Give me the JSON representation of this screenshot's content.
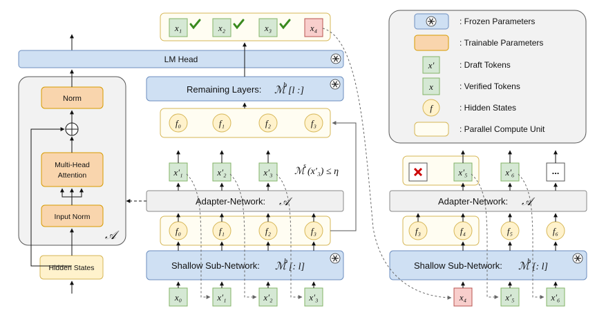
{
  "colors": {
    "frozen_fill": "#cfe0f3",
    "frozen_stroke": "#6c8ebf",
    "trainable_fill": "#f9d5ad",
    "trainable_stroke": "#d79b00",
    "token_fill": "#d5e8d4",
    "token_stroke": "#82b366",
    "hidden_fill": "#fff2cc",
    "hidden_stroke": "#d6b656",
    "reject_fill": "#f8cecc",
    "reject_stroke": "#b85450",
    "adapter_fill": "#f0f0f0",
    "check": "#3a8a1f",
    "cross": "#cc0000"
  },
  "icons": {
    "frozen": "snowflake-icon",
    "accepted": "checkmark-icon",
    "rejected": "cross-icon"
  },
  "block": {
    "norm": "Norm",
    "attention_line1": "Multi-Head",
    "attention_line2": "Attention",
    "input_norm": "Input Norm",
    "hidden_states": "Hidden States",
    "adapter_symbol": "𝒜"
  },
  "middle": {
    "lm_head": "LM Head",
    "remaining_text": "Remaining Layers:",
    "remaining_math": "ℳ",
    "remaining_sup": "b",
    "remaining_idx": "[l :]",
    "adapter_text": "Adapter-Network:",
    "adapter_math": "𝒜",
    "shallow_text": "Shallow Sub-Network:",
    "shallow_math": "ℳ",
    "shallow_sup": "b",
    "shallow_idx": "[: l]",
    "threshold_m": "ℳ",
    "threshold_sup": "s",
    "threshold_rest": "(x′₃) ≤ η",
    "output_tokens": [
      "x₁",
      "x₂",
      "x₃",
      "x₄"
    ],
    "upper_hidden": [
      "f₀",
      "f₁",
      "f₂",
      "f₃"
    ],
    "draft_tokens": [
      "x′₁",
      "x′₂",
      "x′₃"
    ],
    "lower_hidden": [
      "f₀",
      "f₁",
      "f₂",
      "f₃"
    ],
    "input_tokens": [
      "x₀",
      "x′₁",
      "x′₂",
      "x′₃"
    ]
  },
  "right": {
    "adapter_text": "Adapter-Network:",
    "adapter_math": "𝒜",
    "shallow_text": "Shallow Sub-Network:",
    "shallow_math": "ℳ",
    "shallow_sup": "b",
    "shallow_idx": "[: l]",
    "draft_tokens": [
      "x′₅",
      "x′₆"
    ],
    "ellipsis": "...",
    "hidden": [
      "f₃",
      "f₄",
      "f₅",
      "f₆"
    ],
    "input_tokens": [
      "x₄",
      "x′₅",
      "x′₆"
    ]
  },
  "legend": {
    "items": [
      {
        "key": "frozen",
        "label": ": Frozen Parameters"
      },
      {
        "key": "trainable",
        "label": ": Trainable Parameters"
      },
      {
        "key": "draft",
        "symbol": "x′",
        "label": ": Draft Tokens"
      },
      {
        "key": "verified",
        "symbol": "x",
        "label": ": Verified Tokens"
      },
      {
        "key": "hidden",
        "symbol": "f",
        "label": ": Hidden States"
      },
      {
        "key": "parallel",
        "label": ": Parallel Compute Unit"
      }
    ]
  }
}
